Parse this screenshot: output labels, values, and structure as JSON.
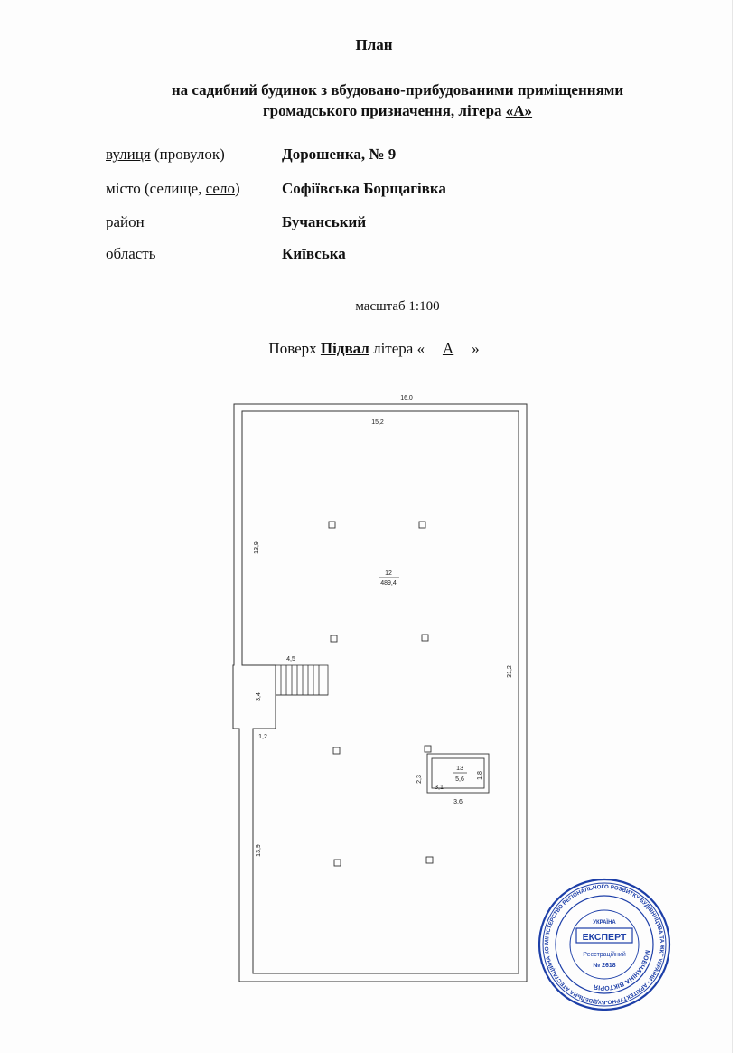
{
  "document": {
    "title": "План",
    "subtitle_line1": "на садибний будинок з вбудовано-прибудованими приміщеннями",
    "subtitle_line2_prefix": "громадського призначення, літера ",
    "subtitle_line2_letter": "«А»",
    "address": {
      "street_label_underlined": "вулиця",
      "street_label_rest": " (провулок)",
      "street_value": "Дорошенка,  № 9",
      "city_label_prefix": "місто (селище, ",
      "city_label_underlined": "село",
      "city_label_suffix": ")",
      "city_value": "Софіївська Борщагівка",
      "district_label": "район",
      "district_value": "Бучанський",
      "region_label": "область",
      "region_value": "Київська"
    },
    "scale": "масштаб 1:100",
    "floor_prefix": "Поверх ",
    "floor_name": "Підвал",
    "floor_mid": " літера «",
    "floor_letter": "А",
    "floor_suffix": "»"
  },
  "plan": {
    "outer_width": "16,0",
    "inner_width": "15,2",
    "left_upper": "13,9",
    "right_height": "31,2",
    "left_lower": "13,9",
    "stair_width": "4,5",
    "stair_height": "3,4",
    "niche_depth": "1,2",
    "room_main_number": "12",
    "room_main_area": "489,4",
    "room_small_number": "13",
    "room_small_area": "5,6",
    "room_small_inner_width": "3,1",
    "room_small_height_left": "2,3",
    "room_small_height_right": "1,8",
    "room_small_outer_width": "3,6"
  },
  "stamp": {
    "center_title": "ЕКСПЕРТ",
    "reg_label": "Реєстраційний",
    "reg_number": "№ 2618",
    "name_arc": "МОВЧАНІНА ВІКТОРІЯ",
    "country": "УКРАЇНА",
    "org_arc": "МІНІСТЕРСТВО РЕГІОНАЛЬНОГО РОЗВИТКУ БУДІВНИЦТВА ТА ЖКГ УКРАЇНИ • АРХІТЕКТУРНО-БУДІВЕЛЬНА АТЕСТАЦІЙНА КОМІСІЯ • КВАЛІФІКАЦІЙНИЙ СЕРТИФІКАТ",
    "color": "#1d3fa8"
  }
}
